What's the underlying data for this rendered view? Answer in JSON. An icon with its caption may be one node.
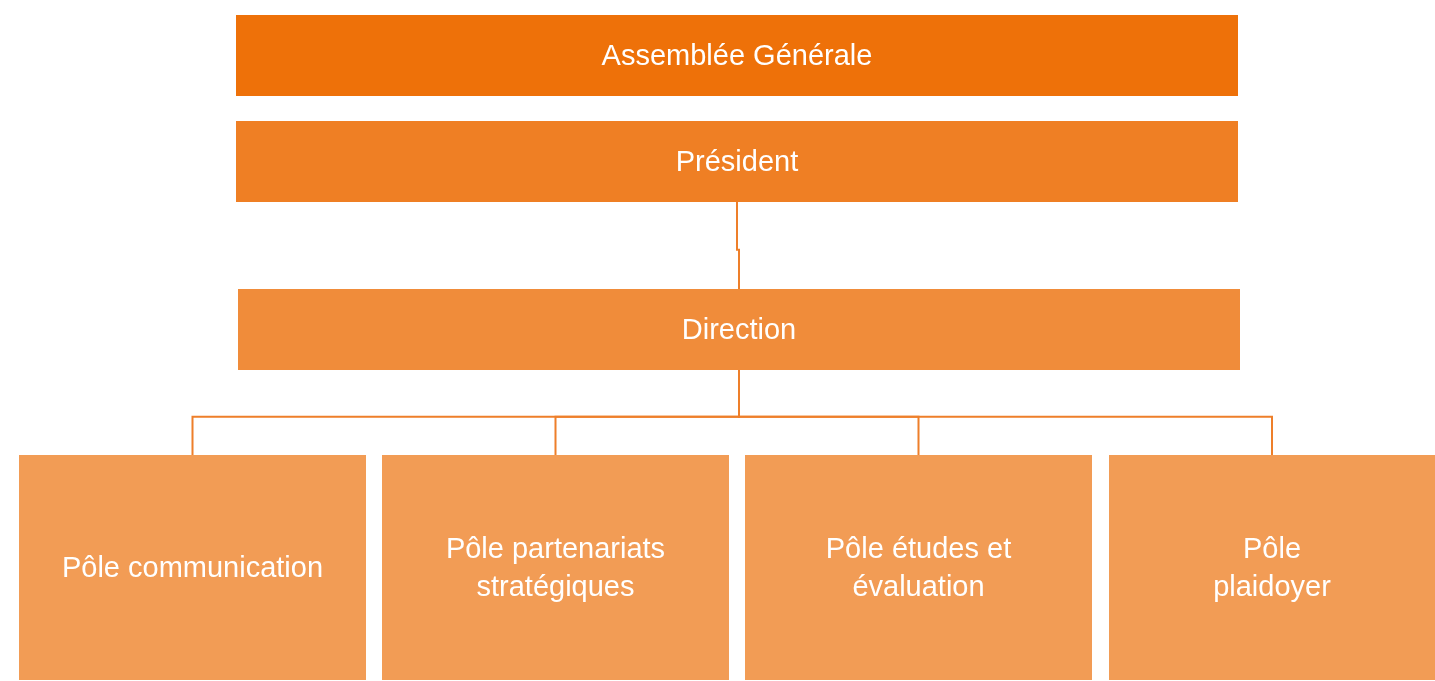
{
  "diagram": {
    "nodes": [
      {
        "text": [
          "Assemblée Générale"
        ]
      },
      {
        "text": [
          "Président"
        ]
      },
      {
        "text": [
          "Direction"
        ]
      },
      {
        "text": [
          "Pôle communication"
        ]
      },
      {
        "text": [
          "Pôle partenariats stratégiques"
        ]
      },
      {
        "text": [
          "Pôle études et évaluation"
        ]
      },
      {
        "text": [
          "Pôle plaidoyer"
        ]
      }
    ],
    "edges": [
      {
        "from": 1,
        "to": 2,
        "arrow": "none"
      },
      {
        "from": 2,
        "to": 3,
        "arrow": "none"
      },
      {
        "from": 2,
        "to": 4,
        "arrow": "none"
      },
      {
        "from": 2,
        "to": 5,
        "arrow": "none"
      },
      {
        "from": 2,
        "to": 6,
        "arrow": "none"
      }
    ]
  }
}
